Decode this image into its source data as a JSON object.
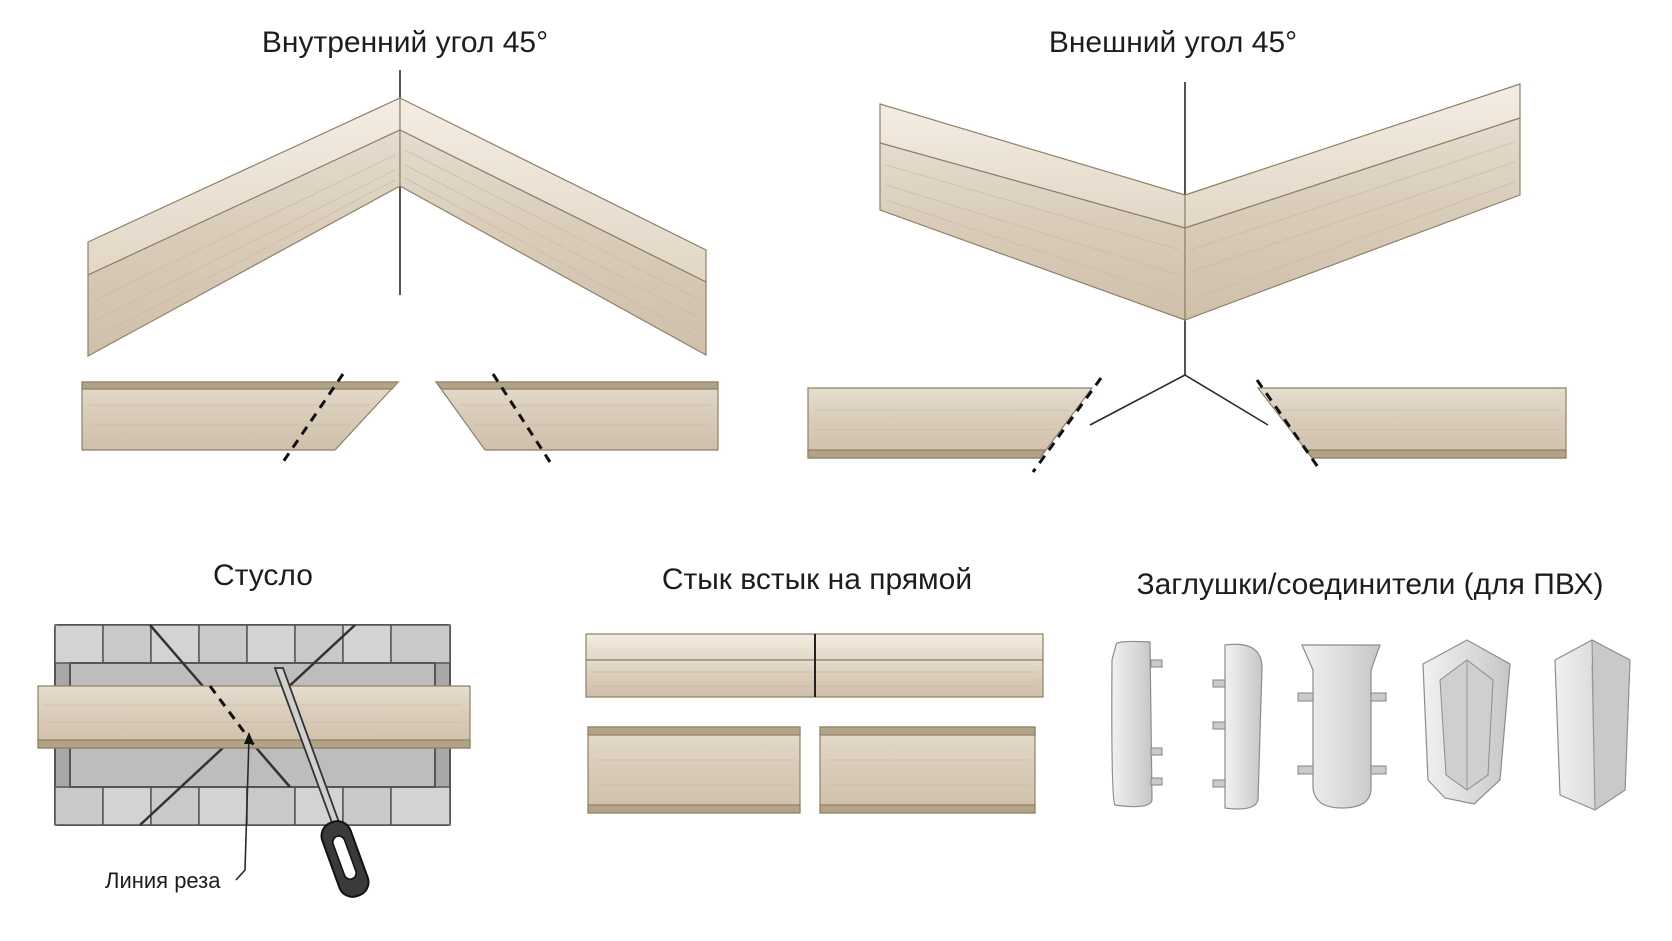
{
  "titles": {
    "inner_corner": "Внутренний угол 45°",
    "outer_corner": "Внешний угол 45°",
    "mitre_box": "Стусло",
    "straight_joint": "Стык встык на прямой",
    "caps_connectors": "Заглушки/соединители (для ПВХ)"
  },
  "labels": {
    "cut_line": "Линия реза"
  }
}
